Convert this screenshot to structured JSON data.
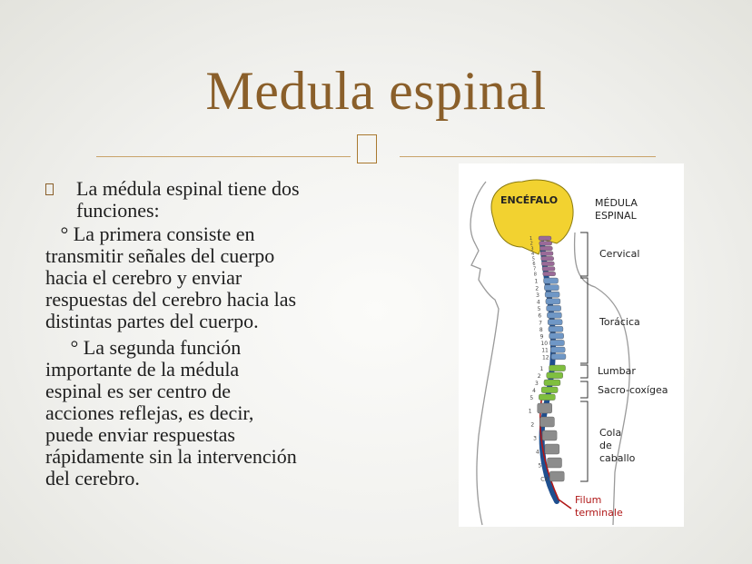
{
  "slide": {
    "title": "Medula espinal",
    "accent_color": "#8a5f2a",
    "bullet_icon": "square-bullet-icon",
    "ornament_icon": "square-ornament-icon"
  },
  "content": {
    "bullet_line1": "La médula  espinal tiene dos",
    "bullet_line2": "funciones:",
    "p1": [
      "   ° La primera consiste en",
      "transmitir  señales del cuerpo",
      "hacia el cerebro y enviar",
      "respuestas del cerebro hacia las",
      "distintas partes del cuerpo."
    ],
    "p2": [
      "     ° La segunda función",
      "importante  de  la  médula",
      "espinal  es  ser  centro  de",
      "acciones  reflejas,  es  decir,",
      "puede  enviar respuestas",
      "rápidamente sin la intervención",
      "del cerebro."
    ]
  },
  "diagram": {
    "brain_label": "ENCÉFALO",
    "cord_label_1": "MÉDULA",
    "cord_label_2": "ESPINAL",
    "sections": [
      "Cervical",
      "Torácica",
      "Lumbar",
      "Sacro-coxígea"
    ],
    "cola_1": "Cola",
    "cola_2": "de",
    "cola_3": "caballo",
    "filum_1": "Filum",
    "filum_2": "terminale",
    "cervical_numbers": [
      "1",
      "2",
      "3",
      "4",
      "5",
      "6",
      "7",
      "8"
    ],
    "thoracic_numbers": [
      "1",
      "2",
      "3",
      "4",
      "5",
      "6",
      "7",
      "8",
      "9",
      "10",
      "11",
      "12"
    ],
    "lumbar_numbers": [
      "1",
      "2",
      "3",
      "4",
      "5"
    ],
    "sacral_numbers": [
      "1",
      "2",
      "3",
      "4",
      "5",
      "CX"
    ],
    "colors": {
      "brain": "#f2d230",
      "cervical": "#9a6a98",
      "thoracic": "#6f97c6",
      "thoracic_cord": "#1f4f8f",
      "lumbar": "#7fbf3f",
      "sacral": "#8c8c8c",
      "filum": "#b01818"
    }
  }
}
